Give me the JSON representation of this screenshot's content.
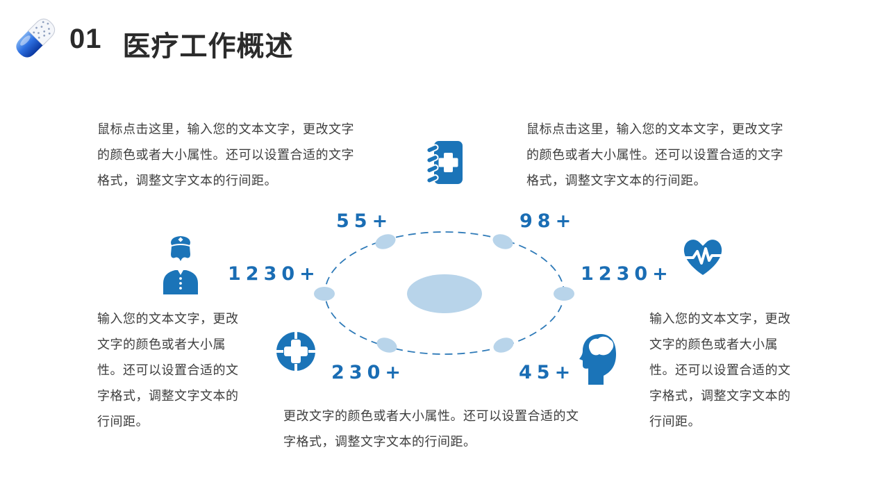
{
  "slide": {
    "header": {
      "number": "01",
      "title": "医疗工作概述"
    },
    "paragraphs": {
      "top_left": "鼠标点击这里，输入您的文本文字，更改文字\n的颜色或者大小属性。还可以设置合适的文字\n格式，调整文字文本的行间距。",
      "top_right": "鼠标点击这里，输入您的文本文字，更改文字\n的颜色或者大小属性。还可以设置合适的文字\n格式，调整文字文本的行间距。",
      "mid_left": "输入您的文本文字，更改\n文字的颜色或者大小属\n性。还可以设置合适的文\n字格式，调整文字文本的\n行间距。",
      "mid_right": "输入您的文本文字，更改\n文字的颜色或者大小属\n性。还可以设置合适的文\n字格式，调整文字文本的\n行间距。",
      "bottom_center": "更改文字的颜色或者大小属性。还可以设置合适的文\n字格式，调整文字文本的行间距。"
    },
    "stats": {
      "upper_left": {
        "value": "55+"
      },
      "upper_right": {
        "value": "98+"
      },
      "left": {
        "value": "1230+",
        "icon": "nurse-icon"
      },
      "right": {
        "value": "1230+",
        "icon": "heart-pulse-icon"
      },
      "lower_left": {
        "value": "230+",
        "icon": "medical-cross-target-icon"
      },
      "lower_right": {
        "value": "45+",
        "icon": "head-brain-icon"
      },
      "top": {
        "icon": "medical-notebook-icon"
      }
    },
    "icons": {
      "header": "pill-capsule-icon",
      "top_center": "medical-notebook-icon",
      "left": "nurse-icon",
      "right": "heart-pulse-icon",
      "bottom_left": "medical-cross-target-icon",
      "bottom_right": "head-brain-icon"
    },
    "colors": {
      "background": "#ffffff",
      "icon_blue": "#1b74b8",
      "number_blue": "#1a6db4",
      "light_blue": "#b8d4ea",
      "dash_blue": "#2e7ab8",
      "title_text": "#2b2b2b",
      "body_text": "#3d3d3d"
    }
  }
}
